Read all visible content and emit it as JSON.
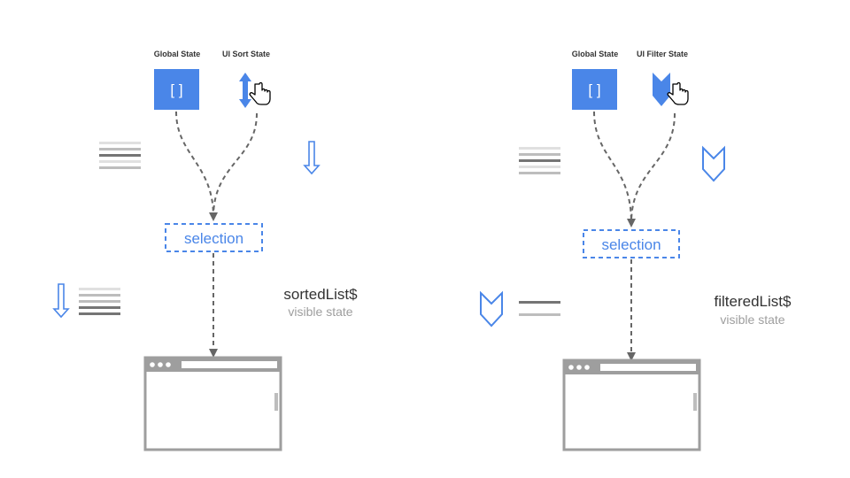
{
  "colors": {
    "accent": "#4a86e8",
    "dashed_line": "#666666",
    "muted_text": "#9e9e9e",
    "text": "#333333",
    "browser_frame": "#9e9e9e"
  },
  "left_panel": {
    "global_state_label": "Global State",
    "ui_state_label": "UI Sort State",
    "global_state_box_text": "[ ]",
    "ui_state_icon": "sort-arrows-icon",
    "selection_label": "selection",
    "output_name": "sortedList$",
    "output_subtitle": "visible state"
  },
  "right_panel": {
    "global_state_label": "Global State",
    "ui_state_label": "UI Filter State",
    "global_state_box_text": "[ ]",
    "ui_state_icon": "filter-funnel-icon",
    "selection_label": "selection",
    "output_name": "filteredList$",
    "output_subtitle": "visible state"
  }
}
